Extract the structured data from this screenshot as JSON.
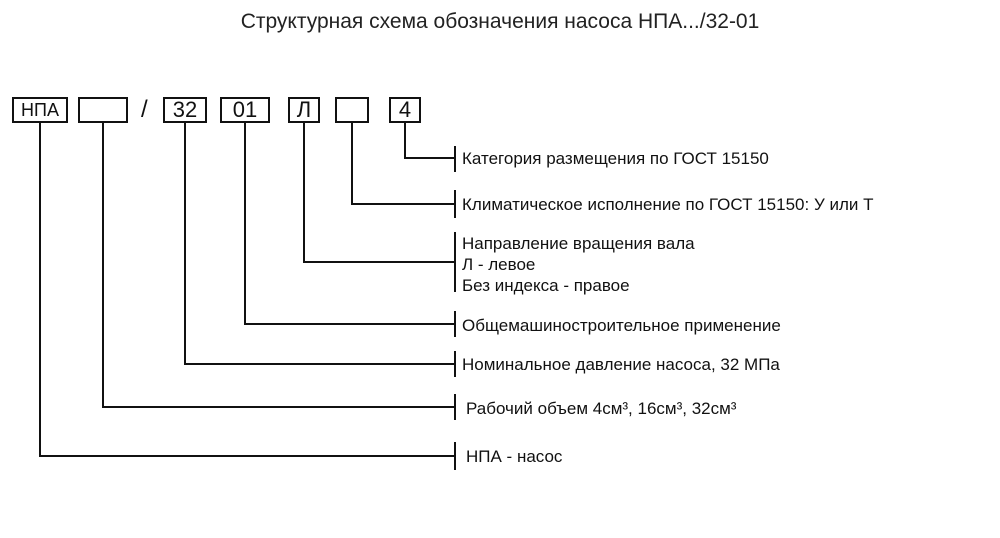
{
  "title": "Структурная схема обозначения насоса НПА.../32-01",
  "code": {
    "prefix": "НПА",
    "volume": "",
    "separator": "/",
    "pressure": "32",
    "application": "01",
    "rotation": "Л",
    "climate": "",
    "placement": "4"
  },
  "descriptions": {
    "placement": "Категория размещения по ГОСТ 15150",
    "climate": "Климатическое исполнение по ГОСТ 15150: У или Т",
    "rotation": [
      "Направление вращения вала",
      "Л - левое",
      "Без индекса - правое"
    ],
    "application": "Общемашиностроительное применение",
    "pressure": "Номинальное давление насоса, 32 МПа",
    "volume": "Рабочий объем  4см³, 16см³, 32см³",
    "prefix": "НПА - насос"
  }
}
